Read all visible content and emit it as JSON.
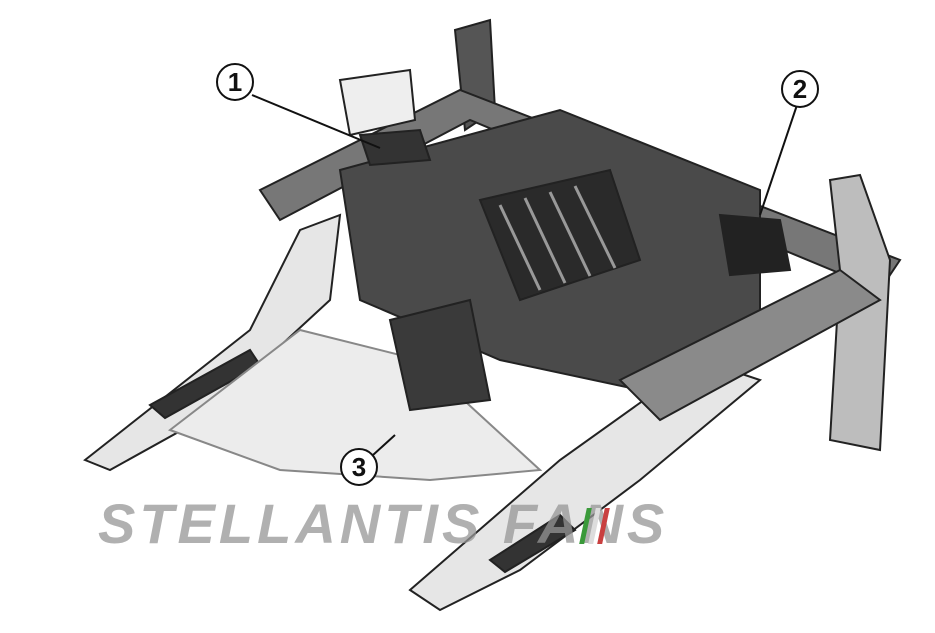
{
  "callouts": [
    {
      "label": "1"
    },
    {
      "label": "2"
    },
    {
      "label": "3"
    }
  ],
  "watermark": {
    "text": "STELLANTIS FANS",
    "flag_colors": [
      "#3a9a3a",
      "#dddddd",
      "#c94040"
    ]
  }
}
